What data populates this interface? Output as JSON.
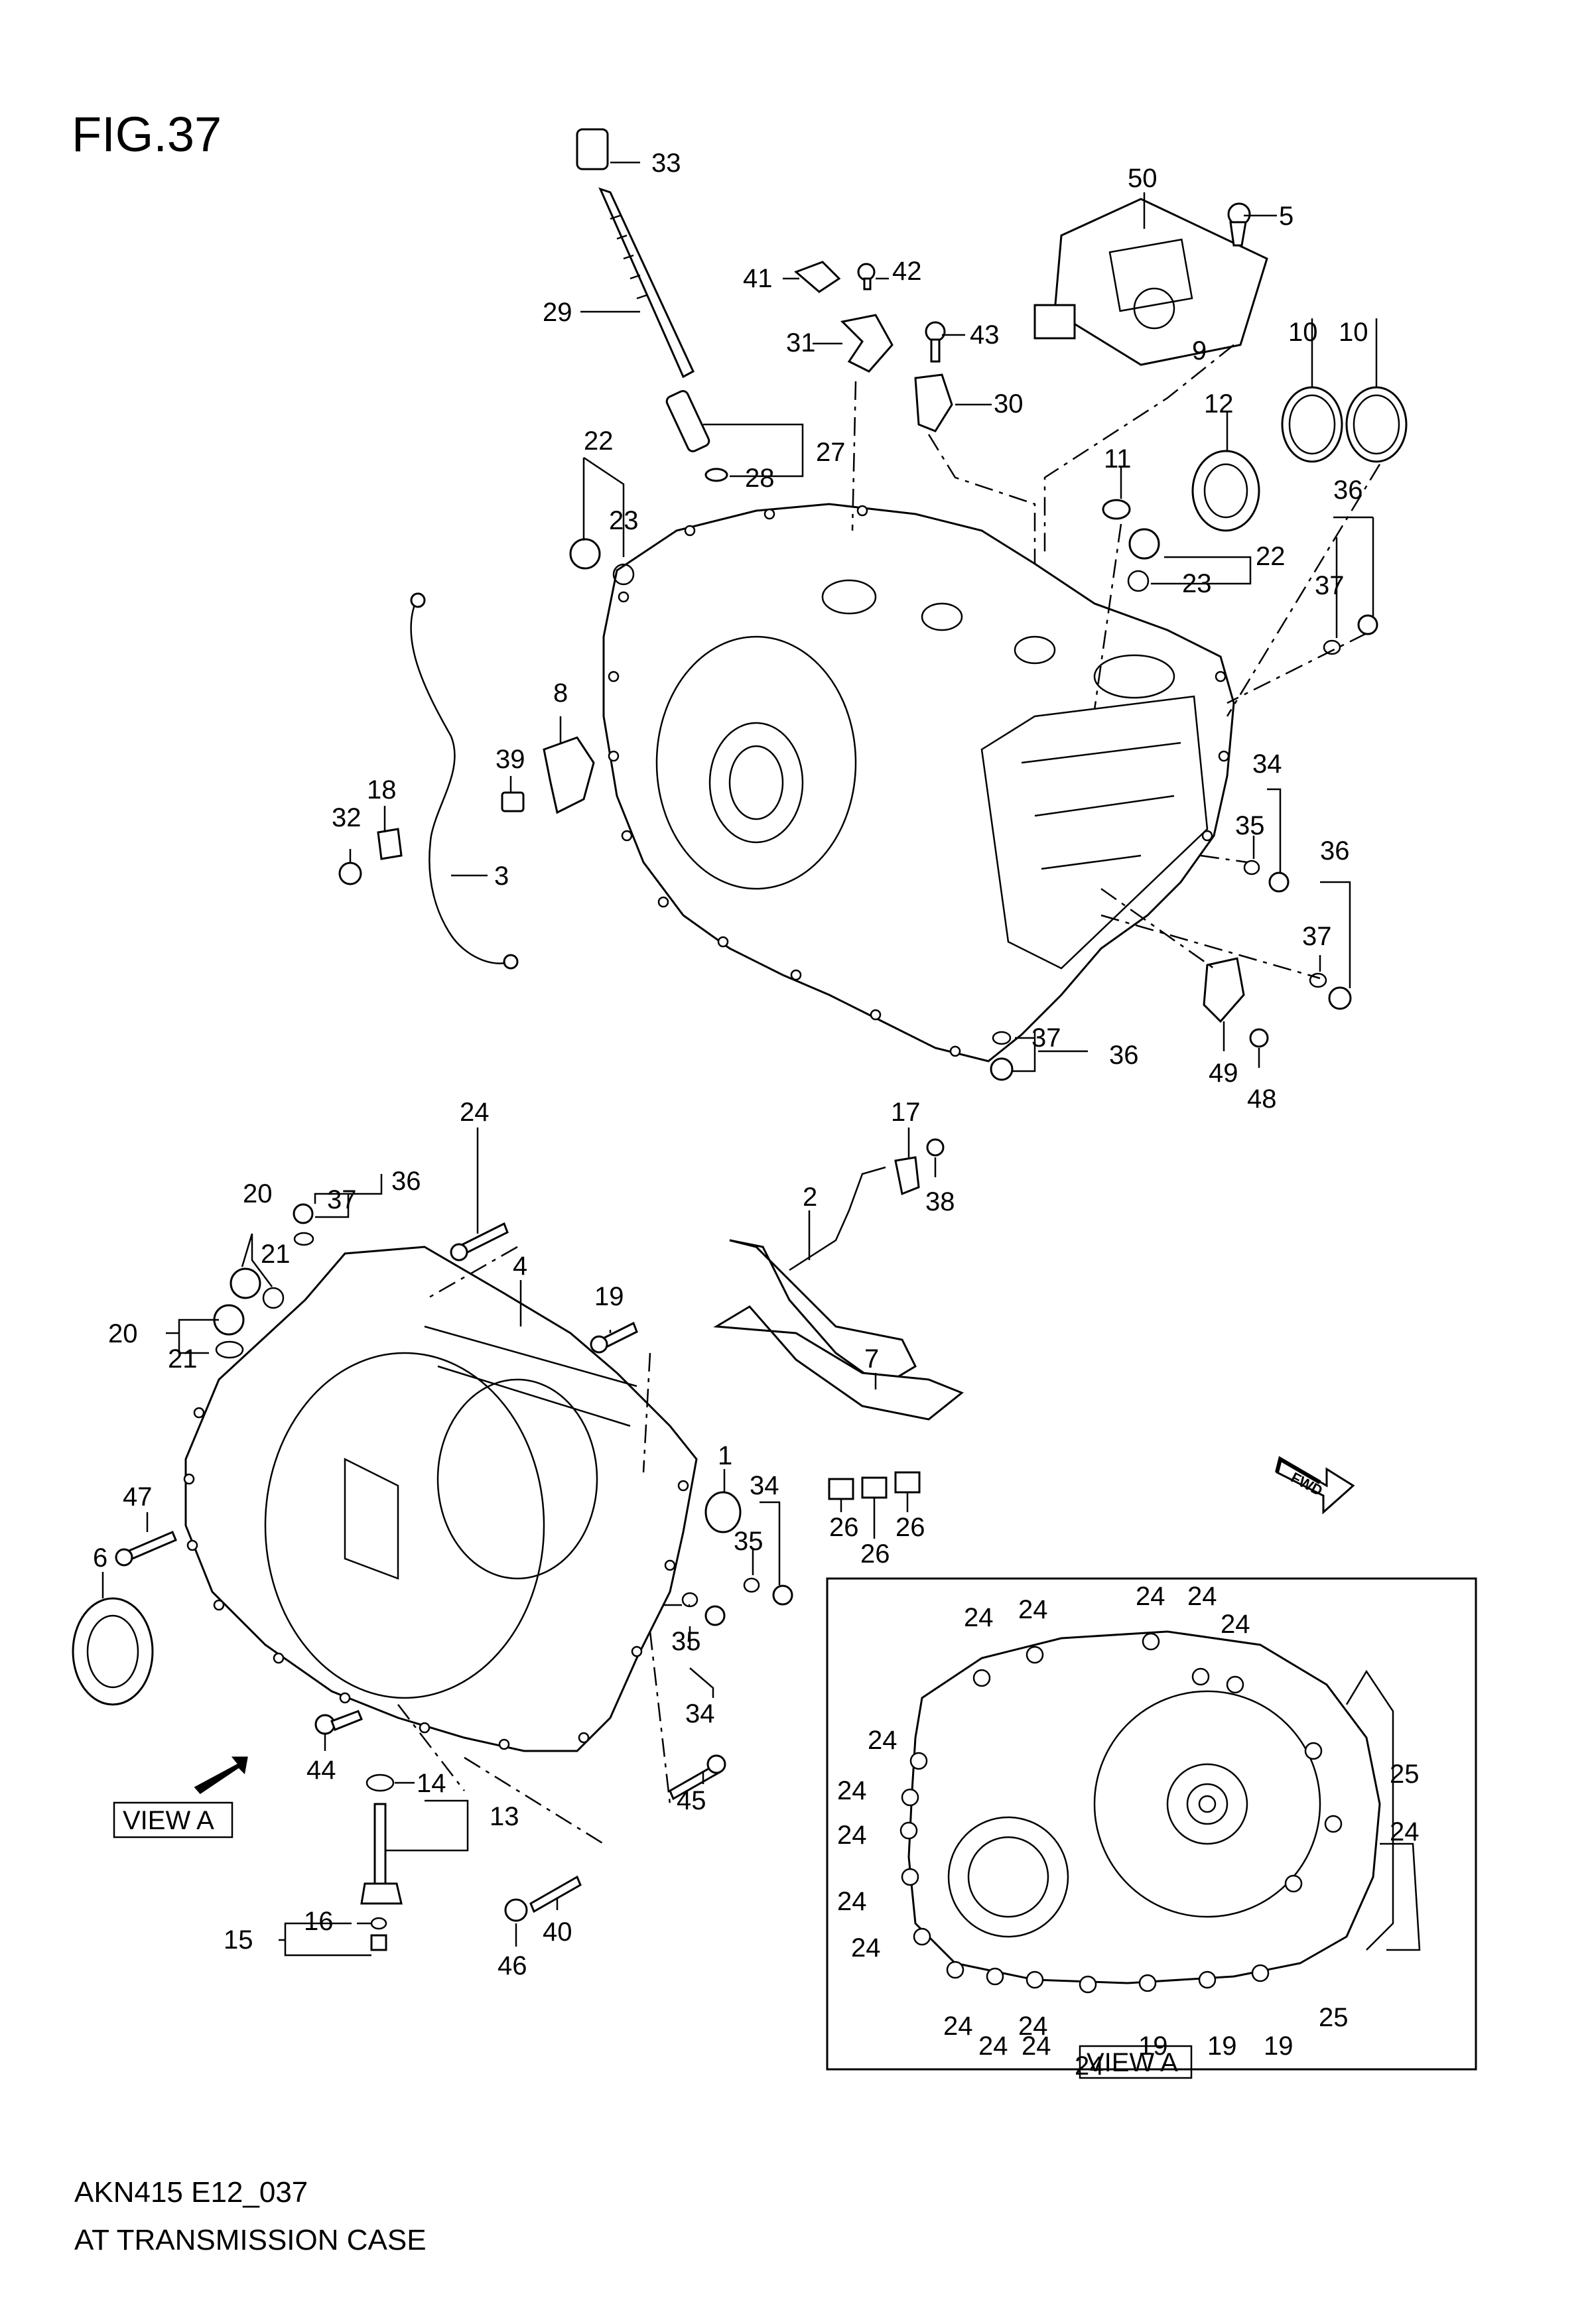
{
  "header": {
    "figure": "FIG.37"
  },
  "footer": {
    "code": "AKN415 E12_037",
    "title": "AT TRANSMISSION CASE"
  },
  "view_labels": {
    "main": "VIEW A",
    "inset": "VIEW A"
  },
  "direction_badge": "FWD",
  "callouts": [
    {
      "id": "c33",
      "text": "33"
    },
    {
      "id": "c50",
      "text": "50"
    },
    {
      "id": "c5",
      "text": "5"
    },
    {
      "id": "c41",
      "text": "41"
    },
    {
      "id": "c42",
      "text": "42"
    },
    {
      "id": "c29",
      "text": "29"
    },
    {
      "id": "c31",
      "text": "31"
    },
    {
      "id": "c43",
      "text": "43"
    },
    {
      "id": "c10a",
      "text": "10"
    },
    {
      "id": "c10b",
      "text": "10"
    },
    {
      "id": "c9",
      "text": "9"
    },
    {
      "id": "c30",
      "text": "30"
    },
    {
      "id": "c12",
      "text": "12"
    },
    {
      "id": "c27",
      "text": "27"
    },
    {
      "id": "c28",
      "text": "28"
    },
    {
      "id": "c22a",
      "text": "22"
    },
    {
      "id": "c23a",
      "text": "23"
    },
    {
      "id": "c11",
      "text": "11"
    },
    {
      "id": "c36a",
      "text": "36"
    },
    {
      "id": "c22b",
      "text": "22"
    },
    {
      "id": "c23b",
      "text": "23"
    },
    {
      "id": "c37a",
      "text": "37"
    },
    {
      "id": "c8",
      "text": "8"
    },
    {
      "id": "c39",
      "text": "39"
    },
    {
      "id": "c18",
      "text": "18"
    },
    {
      "id": "c32",
      "text": "32"
    },
    {
      "id": "c3",
      "text": "3"
    },
    {
      "id": "c34a",
      "text": "34"
    },
    {
      "id": "c35a",
      "text": "35"
    },
    {
      "id": "c36b",
      "text": "36"
    },
    {
      "id": "c37b",
      "text": "37"
    },
    {
      "id": "c37c",
      "text": "37"
    },
    {
      "id": "c36c",
      "text": "36"
    },
    {
      "id": "c49",
      "text": "49"
    },
    {
      "id": "c48",
      "text": "48"
    },
    {
      "id": "c24a",
      "text": "24"
    },
    {
      "id": "c17",
      "text": "17"
    },
    {
      "id": "c36d",
      "text": "36"
    },
    {
      "id": "c37d",
      "text": "37"
    },
    {
      "id": "c38",
      "text": "38"
    },
    {
      "id": "c20a",
      "text": "20"
    },
    {
      "id": "c21a",
      "text": "21"
    },
    {
      "id": "c2",
      "text": "2"
    },
    {
      "id": "c4",
      "text": "4"
    },
    {
      "id": "c19",
      "text": "19"
    },
    {
      "id": "c20b",
      "text": "20"
    },
    {
      "id": "c21b",
      "text": "21"
    },
    {
      "id": "c7",
      "text": "7"
    },
    {
      "id": "c1",
      "text": "1"
    },
    {
      "id": "c34b",
      "text": "34"
    },
    {
      "id": "c47",
      "text": "47"
    },
    {
      "id": "c26a",
      "text": "26"
    },
    {
      "id": "c26b",
      "text": "26"
    },
    {
      "id": "c26c",
      "text": "26"
    },
    {
      "id": "c6",
      "text": "6"
    },
    {
      "id": "c35b",
      "text": "35"
    },
    {
      "id": "c35c",
      "text": "35"
    },
    {
      "id": "c34c",
      "text": "34"
    },
    {
      "id": "c44",
      "text": "44"
    },
    {
      "id": "c14",
      "text": "14"
    },
    {
      "id": "c13",
      "text": "13"
    },
    {
      "id": "c45",
      "text": "45"
    },
    {
      "id": "c16",
      "text": "16"
    },
    {
      "id": "c15",
      "text": "15"
    },
    {
      "id": "c40",
      "text": "40"
    },
    {
      "id": "c46",
      "text": "46"
    }
  ],
  "inset_callouts": [
    {
      "id": "i24a",
      "text": "24"
    },
    {
      "id": "i24b",
      "text": "24"
    },
    {
      "id": "i24c",
      "text": "24"
    },
    {
      "id": "i24d",
      "text": "24"
    },
    {
      "id": "i24e",
      "text": "24"
    },
    {
      "id": "i24f",
      "text": "24"
    },
    {
      "id": "i24g",
      "text": "24"
    },
    {
      "id": "i24h",
      "text": "24"
    },
    {
      "id": "i24i",
      "text": "24"
    },
    {
      "id": "i24j",
      "text": "24"
    },
    {
      "id": "i24k",
      "text": "24"
    },
    {
      "id": "i25a",
      "text": "25"
    },
    {
      "id": "i24l",
      "text": "24"
    },
    {
      "id": "i25b",
      "text": "25"
    },
    {
      "id": "i24m",
      "text": "24"
    },
    {
      "id": "i24n",
      "text": "24"
    },
    {
      "id": "i24o",
      "text": "24"
    },
    {
      "id": "i24p",
      "text": "24"
    },
    {
      "id": "i19a",
      "text": "19"
    },
    {
      "id": "i19b",
      "text": "19"
    },
    {
      "id": "i19c",
      "text": "19"
    }
  ]
}
